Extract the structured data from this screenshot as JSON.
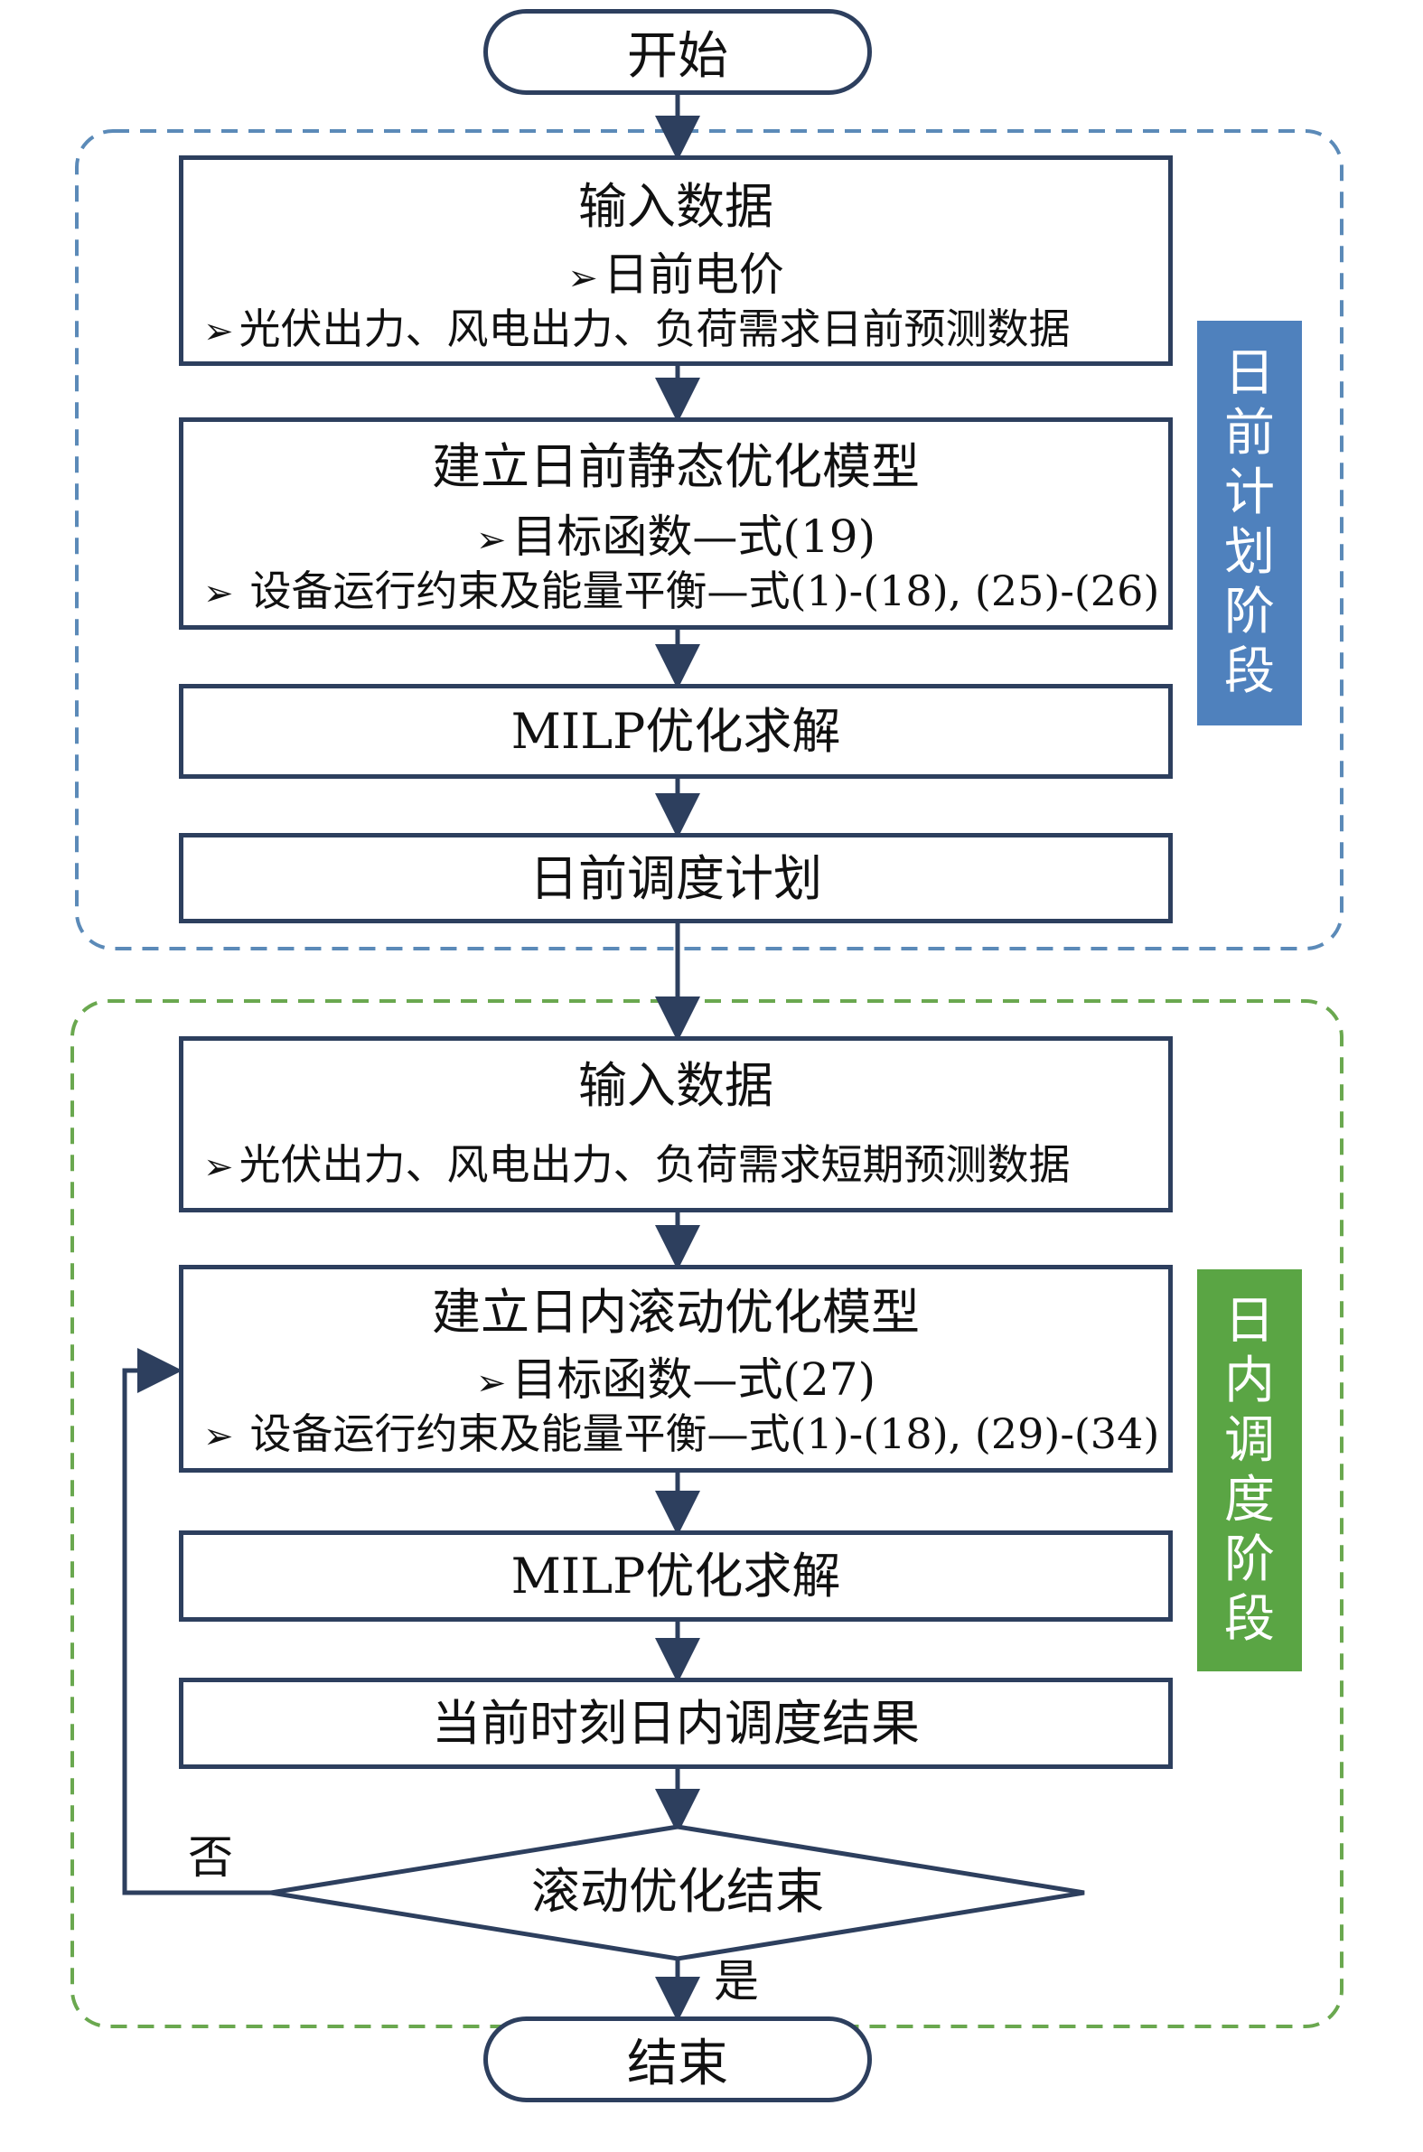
{
  "start": "开始",
  "end": "结束",
  "day_ahead": {
    "stage_label": "日前计划阶段",
    "input": {
      "title": "输入数据",
      "items": [
        "日前电价",
        "光伏出力、风电出力、负荷需求日前预测数据"
      ]
    },
    "model": {
      "title": "建立日前静态优化模型",
      "items": [
        "目标函数—式(19)",
        "设备运行约束及能量平衡—式(1)-(18), (25)-(26)"
      ]
    },
    "solve": "MILP优化求解",
    "result": "日前调度计划"
  },
  "intraday": {
    "stage_label": "日内调度阶段",
    "input": {
      "title": "输入数据",
      "items": [
        "光伏出力、风电出力、负荷需求短期预测数据"
      ]
    },
    "model": {
      "title": "建立日内滚动优化模型",
      "items": [
        "目标函数—式(27)",
        "设备运行约束及能量平衡—式(1)-(18), (29)-(34)"
      ]
    },
    "solve": "MILP优化求解",
    "result": "当前时刻日内调度结果",
    "decision": "滚动优化结束",
    "no": "否",
    "yes": "是"
  },
  "colors": {
    "border": "#2d3f5e",
    "day_ahead_frame": "#5b8ab8",
    "day_ahead_stage": "#4f81bd",
    "intraday_frame": "#6aa84f",
    "intraday_stage": "#5aa544"
  }
}
